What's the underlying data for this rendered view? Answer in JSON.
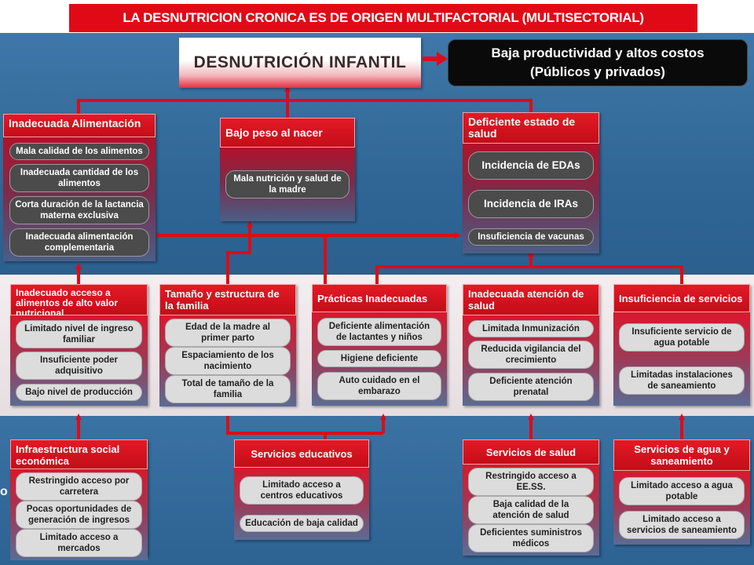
{
  "title": "LA DESNUTRICION CRONICA ES DE ORIGEN MULTIFACTORIAL   (MULTISECTORIAL)",
  "main": "DESNUTRICIÓN INFANTIL",
  "consequence": {
    "line1": "Baja productividad y altos costos",
    "line2": "(Públicos y privados)"
  },
  "level1": [
    {
      "title": "Inadecuada Alimentación",
      "items": [
        "Mala calidad de los alimentos",
        "Inadecuada cantidad de los alimentos",
        "Corta duración de la lactancia materna exclusiva",
        "Inadecuada alimentación complementaria"
      ]
    },
    {
      "title": "Bajo peso al nacer",
      "items": [
        "Mala nutrición y salud de la madre"
      ]
    },
    {
      "title": "Deficiente estado de salud",
      "items": [
        "Incidencia de EDAs",
        "Incidencia de IRAs",
        "Insuficiencia de vacunas"
      ]
    }
  ],
  "level2": [
    {
      "title": "Inadecuado acceso a alimentos de alto valor nutricional",
      "items": [
        "Limitado nivel de ingreso familiar",
        "Insuficiente poder adquisitivo",
        "Bajo nivel de producción"
      ]
    },
    {
      "title": "Tamaño y estructura de la familia",
      "items": [
        "Edad de la madre al primer parto",
        "Espaciamiento de los nacimiento",
        "Total de tamaño de la familia"
      ]
    },
    {
      "title": "Prácticas Inadecuadas",
      "items": [
        "Deficiente alimentación de lactantes y niños",
        "Higiene deficiente",
        "Auto cuidado en el embarazo"
      ]
    },
    {
      "title": "Inadecuada atención de salud",
      "items": [
        "Limitada Inmunización",
        "Reducida vigilancia del crecimiento",
        "Deficiente atención prenatal"
      ]
    },
    {
      "title": "Insuficiencia de servicios",
      "items": [
        "Insuficiente servicio de agua potable",
        "Limitadas instalaciones de saneamiento"
      ]
    }
  ],
  "level3": [
    {
      "title": "Infraestructura social económica",
      "items": [
        "Restringido acceso por carretera",
        "Pocas oportunidades de generación de ingresos",
        "Limitado acceso a mercados"
      ]
    },
    {
      "title": "Servicios educativos",
      "items": [
        "Limitado acceso a centros educativos",
        "Educación de baja calidad"
      ]
    },
    {
      "title": "Servicios de salud",
      "items": [
        "Restringido acceso a EE.SS.",
        "Baja calidad de la atención de salud",
        "Deficientes suministros médicos"
      ]
    },
    {
      "title": "Servicios de agua y saneamiento",
      "items": [
        "Limitado acceso a agua potable",
        "Limitado acceso a servicios de saneamiento"
      ]
    }
  ],
  "edge_text": "o",
  "colors": {
    "red": "#e00a16",
    "blue": "#2f6696",
    "band": "#ece4e7"
  }
}
